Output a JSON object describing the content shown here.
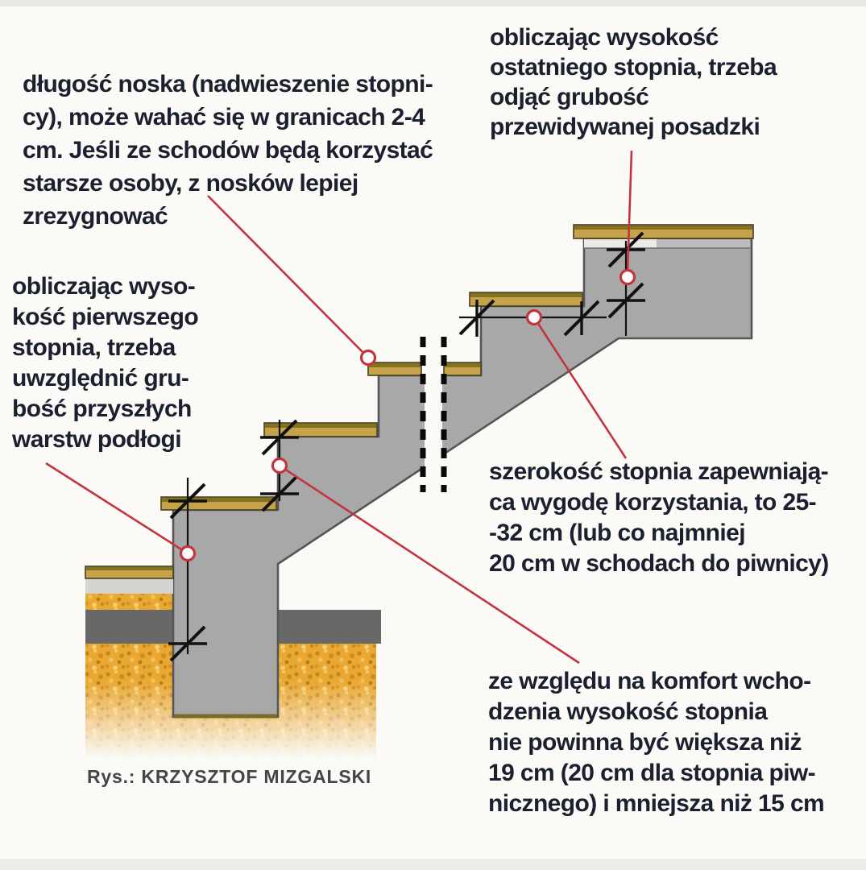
{
  "figure": {
    "title_domain": "stair cross-section construction diagram (Polish)",
    "caption": "Rys.: KRZYSZTOF MIZGALSKI",
    "annotations": [
      {
        "id": "nosing",
        "topic": "nosing length 2-4 cm",
        "lines": [
          "długość noska (nadwieszenie stopni-",
          "cy), może wahać się w granicach 2-4",
          "cm. Jeśli ze schodów będą korzystać",
          "starsze osoby, z nosków lepiej",
          "zrezygnować"
        ]
      },
      {
        "id": "last-step",
        "topic": "last step height minus future floor thickness",
        "lines": [
          "obliczając wysokość",
          "ostatniego stopnia, trzeba",
          "odjąć grubość",
          "przewidywanej posadzki"
        ]
      },
      {
        "id": "first-step",
        "topic": "first step height includes future floor layers",
        "lines": [
          "obliczając wyso-",
          "kość pierwszego",
          "stopnia, trzeba",
          "uwzględnić gru-",
          "bość przyszłych",
          "warstw podłogi"
        ]
      },
      {
        "id": "step-width",
        "topic": "comfortable tread width 25-32 cm (min 20 cm basement)",
        "lines": [
          "szerokość stopnia zapewniają-",
          "ca wygodę korzystania, to 25-",
          "-32 cm (lub co najmniej",
          "20 cm w schodach do piwnicy)"
        ]
      },
      {
        "id": "step-height",
        "topic": "step height max 19 cm (20 cm basement), min 15 cm",
        "lines": [
          "ze względu na komfort wcho-",
          "dzenia wysokość stopnia",
          "nie powinna być większa niż",
          "19 cm (20 cm dla stopnia piw-",
          "nicznego) i mniejsza niż 15 cm"
        ]
      }
    ],
    "colors": {
      "background": "#fbfaf7",
      "text": "#1b2030",
      "concrete": "#a8a8a8",
      "concrete_outline": "#555555",
      "tread_wood": "#c6a24a",
      "tread_edge": "#85721f",
      "ground_gravel": "#e9a832",
      "subbase_dark": "#686868",
      "floor_screed_light": "#d6d4d0",
      "leader_red": "#c23440",
      "dimension_black": "#111111"
    }
  }
}
